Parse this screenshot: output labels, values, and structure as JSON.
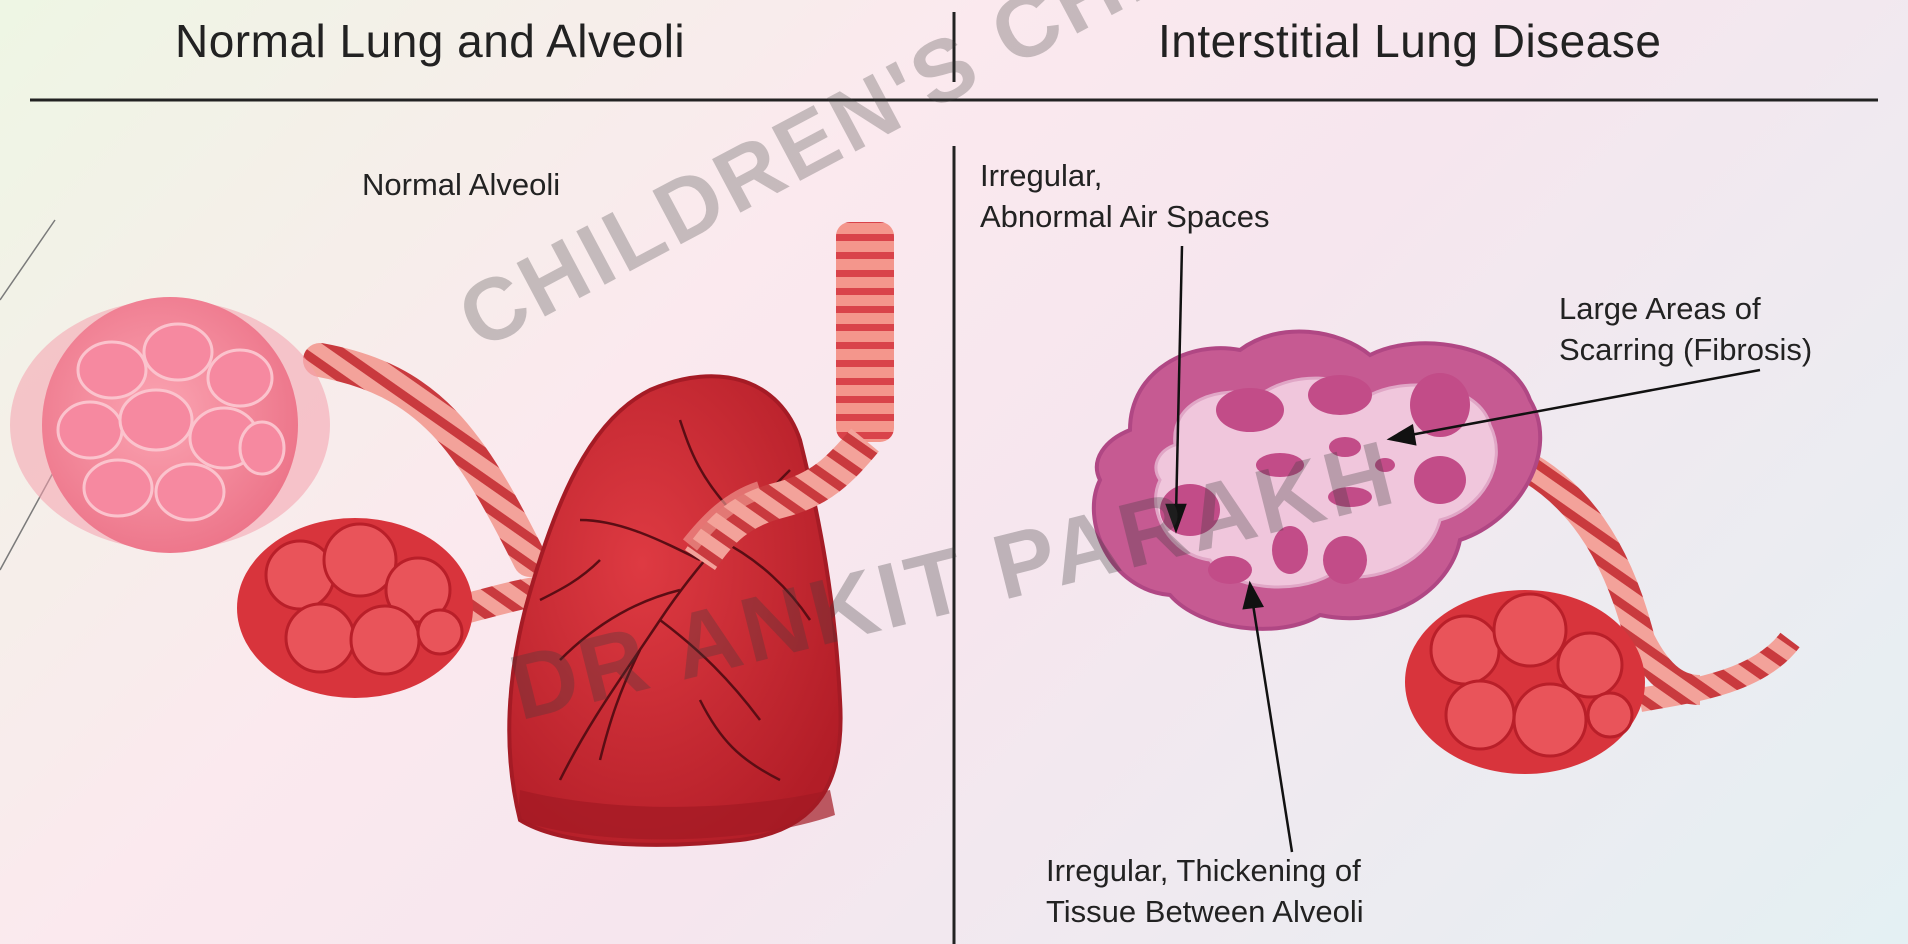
{
  "header": {
    "left_title": "Normal Lung and Alveoli",
    "right_title": "Interstitial Lung Disease"
  },
  "labels": {
    "normal_alveoli": "Normal Alveoli",
    "irregular_spaces_line1": "Irregular,",
    "irregular_spaces_line2": "Abnormal Air Spaces",
    "fibrosis_line1": "Large Areas of",
    "fibrosis_line2": "Scarring (Fibrosis)",
    "thickening_line1": "Irregular, Thickening of",
    "thickening_line2": "Tissue Between Alveoli"
  },
  "watermark": {
    "line1": "CHILDREN'S CHEST CLINIC",
    "line2": "DR ANKIT PARAKH"
  },
  "colors": {
    "lung_red": "#c92630",
    "alveoli_pink": "#f07a8e",
    "disease_magenta": "#c14a85",
    "disease_light": "#f0c5dd",
    "divider": "#222222"
  }
}
